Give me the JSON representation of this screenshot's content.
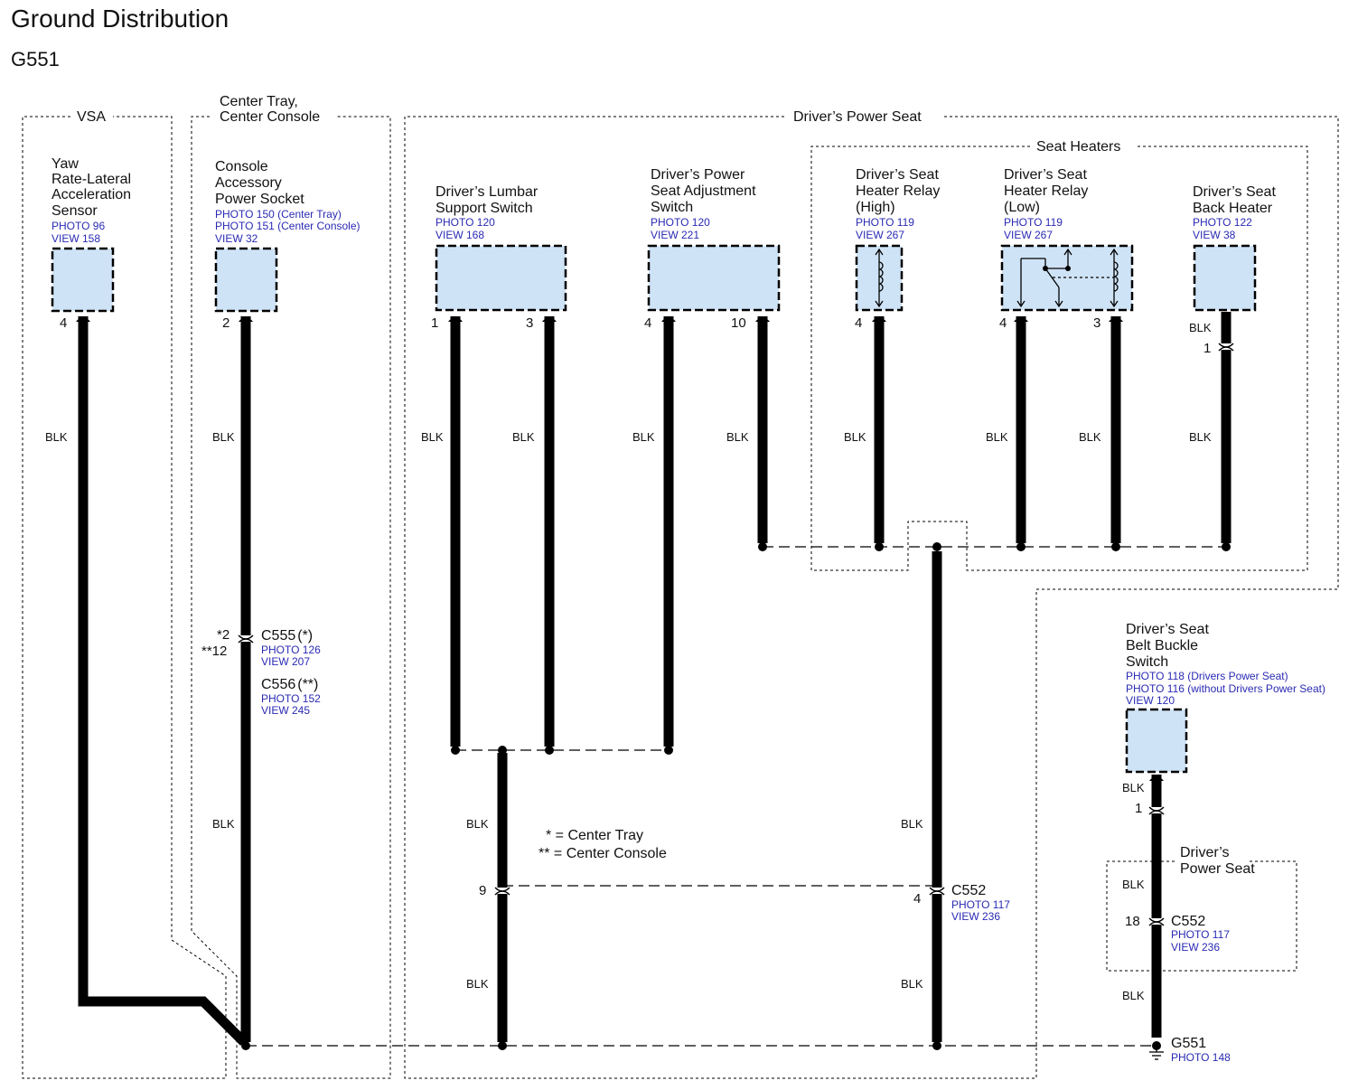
{
  "title": "Ground Distribution",
  "subtitle": "G551",
  "sections": {
    "vsa": "VSA",
    "center_tray": "Center Tray,",
    "center_console": "Center Console",
    "drivers_power_seat": "Driver’s Power Seat",
    "seat_heaters": "Seat Heaters",
    "dps_small_1": "Driver’s",
    "dps_small_2": "Power Seat"
  },
  "components": {
    "yaw": {
      "l1": "Yaw",
      "l2": "Rate-Lateral",
      "l3": "Acceleration",
      "l4": "Sensor",
      "r1": "PHOTO 96",
      "r2": "VIEW 158"
    },
    "console": {
      "l1": "Console",
      "l2": "Accessory",
      "l3": "Power Socket",
      "r1": "PHOTO 150 (Center Tray)",
      "r2": "PHOTO 151 (Center Console)",
      "r3": "VIEW 32"
    },
    "lumbar": {
      "l1": "Driver’s Lumbar",
      "l2": "Support Switch",
      "r1": "PHOTO 120",
      "r2": "VIEW 168"
    },
    "adjust": {
      "l1": "Driver’s Power",
      "l2": "Seat Adjustment",
      "l3": "Switch",
      "r1": "PHOTO 120",
      "r2": "VIEW 221"
    },
    "relay_high": {
      "l1": "Driver’s Seat",
      "l2": "Heater Relay",
      "l3": "(High)",
      "r1": "PHOTO 119",
      "r2": "VIEW 267"
    },
    "relay_low": {
      "l1": "Driver’s Seat",
      "l2": "Heater Relay",
      "l3": "(Low)",
      "r1": "PHOTO 119",
      "r2": "VIEW 267"
    },
    "back_heater": {
      "l1": "Driver’s Seat",
      "l2": "Back Heater",
      "r1": "PHOTO 122",
      "r2": "VIEW 38"
    },
    "buckle": {
      "l1": "Driver’s Seat",
      "l2": "Belt Buckle",
      "l3": "Switch",
      "r1": "PHOTO 118 (Drivers Power Seat)",
      "r2": "PHOTO 116 (without Drivers Power Seat)",
      "r3": "VIEW 120"
    }
  },
  "pins": {
    "yaw": "4",
    "console": "2",
    "lumbar_1": "1",
    "lumbar_3": "3",
    "adjust_4": "4",
    "adjust_10": "10",
    "high_4": "4",
    "low_4": "4",
    "low_3": "3",
    "back_1": "1",
    "c555": "*2",
    "c556": "**12",
    "c552_left": "9",
    "c552_right": "4",
    "buckle_1": "1",
    "c552_buckle": "18"
  },
  "wire_color": "BLK",
  "connectors": {
    "c555": {
      "name": "C555",
      "suffix": "(*)",
      "r1": "PHOTO 126",
      "r2": "VIEW 207"
    },
    "c556": {
      "name": "C556",
      "suffix": "(**)",
      "r1": "PHOTO 152",
      "r2": "VIEW 245"
    },
    "c552": {
      "name": "C552",
      "r1": "PHOTO 117",
      "r2": "VIEW 236"
    },
    "c552b": {
      "name": "C552",
      "r1": "PHOTO 117",
      "r2": "VIEW 236"
    },
    "g551": {
      "name": "G551",
      "r1": "PHOTO 148"
    }
  },
  "legend": {
    "l1": "* = Center Tray",
    "l2": "** = Center Console"
  },
  "colors": {
    "component_fill": "#cfe3f6",
    "reference_text": "#2a2ab4",
    "wire": "#000000"
  }
}
